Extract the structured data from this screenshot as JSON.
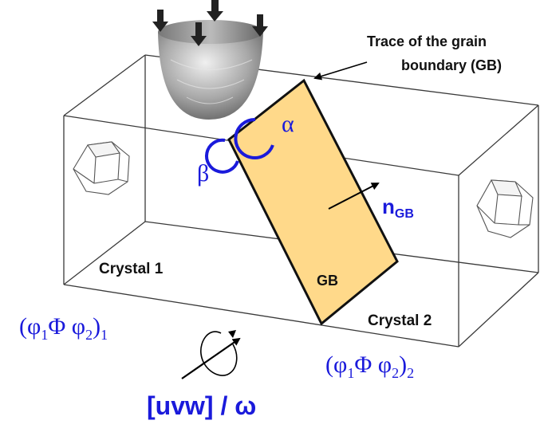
{
  "annotation": {
    "line1": "Trace of the grain",
    "line2": "boundary (GB)"
  },
  "angles": {
    "alpha": "α",
    "beta": "β"
  },
  "normal": {
    "base": "n",
    "sub": "GB"
  },
  "gb_label": "GB",
  "crystal1": {
    "name": "Crystal 1",
    "euler_open": "(φ",
    "euler_sub1": "1",
    "euler_mid": "Φ φ",
    "euler_sub2": "2",
    "euler_close": ")",
    "euler_index": "1"
  },
  "crystal2": {
    "name": "Crystal 2",
    "euler_open": "(φ",
    "euler_sub1": "1",
    "euler_mid": "Φ φ",
    "euler_sub2": "2",
    "euler_close": ")",
    "euler_index": "2"
  },
  "rotation_label": "[uvw] / ω",
  "colors": {
    "gb_fill": "#ffd98a",
    "accent_blue": "#1a1adb",
    "box_line": "#333333",
    "indenter_gray": "#8a8a8a"
  }
}
